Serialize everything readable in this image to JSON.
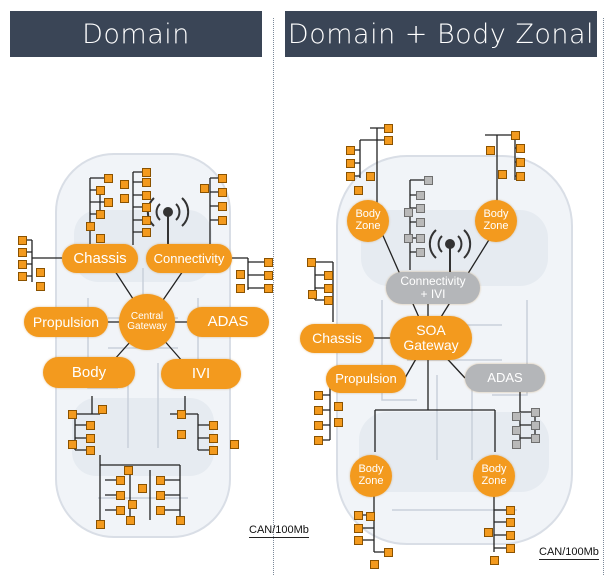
{
  "headers": {
    "left": "Domain",
    "right": "Domain + Body Zonal"
  },
  "colors": {
    "header_bg": "#3a4556",
    "orange": "#f39a1e",
    "grey": "#b4b6b9",
    "line": "#222222"
  },
  "left": {
    "gateway": "Central\nGateway",
    "chassis": "Chassis",
    "connectivity": "Connectivity",
    "propulsion": "Propulsion",
    "adas": "ADAS",
    "body": "Body",
    "ivi": "IVI"
  },
  "right": {
    "body_zone": "Body\nZone",
    "connectivity_ivi": "Connectivity\n+ IVI",
    "chassis": "Chassis",
    "soa_gateway": "SOA\nGateway",
    "propulsion": "Propulsion",
    "adas": "ADAS"
  },
  "bus_label": "CAN/100Mb",
  "icons": {
    "antenna": "antenna-icon",
    "sensor": "sensor-node-icon",
    "car": "car-top-view-icon"
  }
}
